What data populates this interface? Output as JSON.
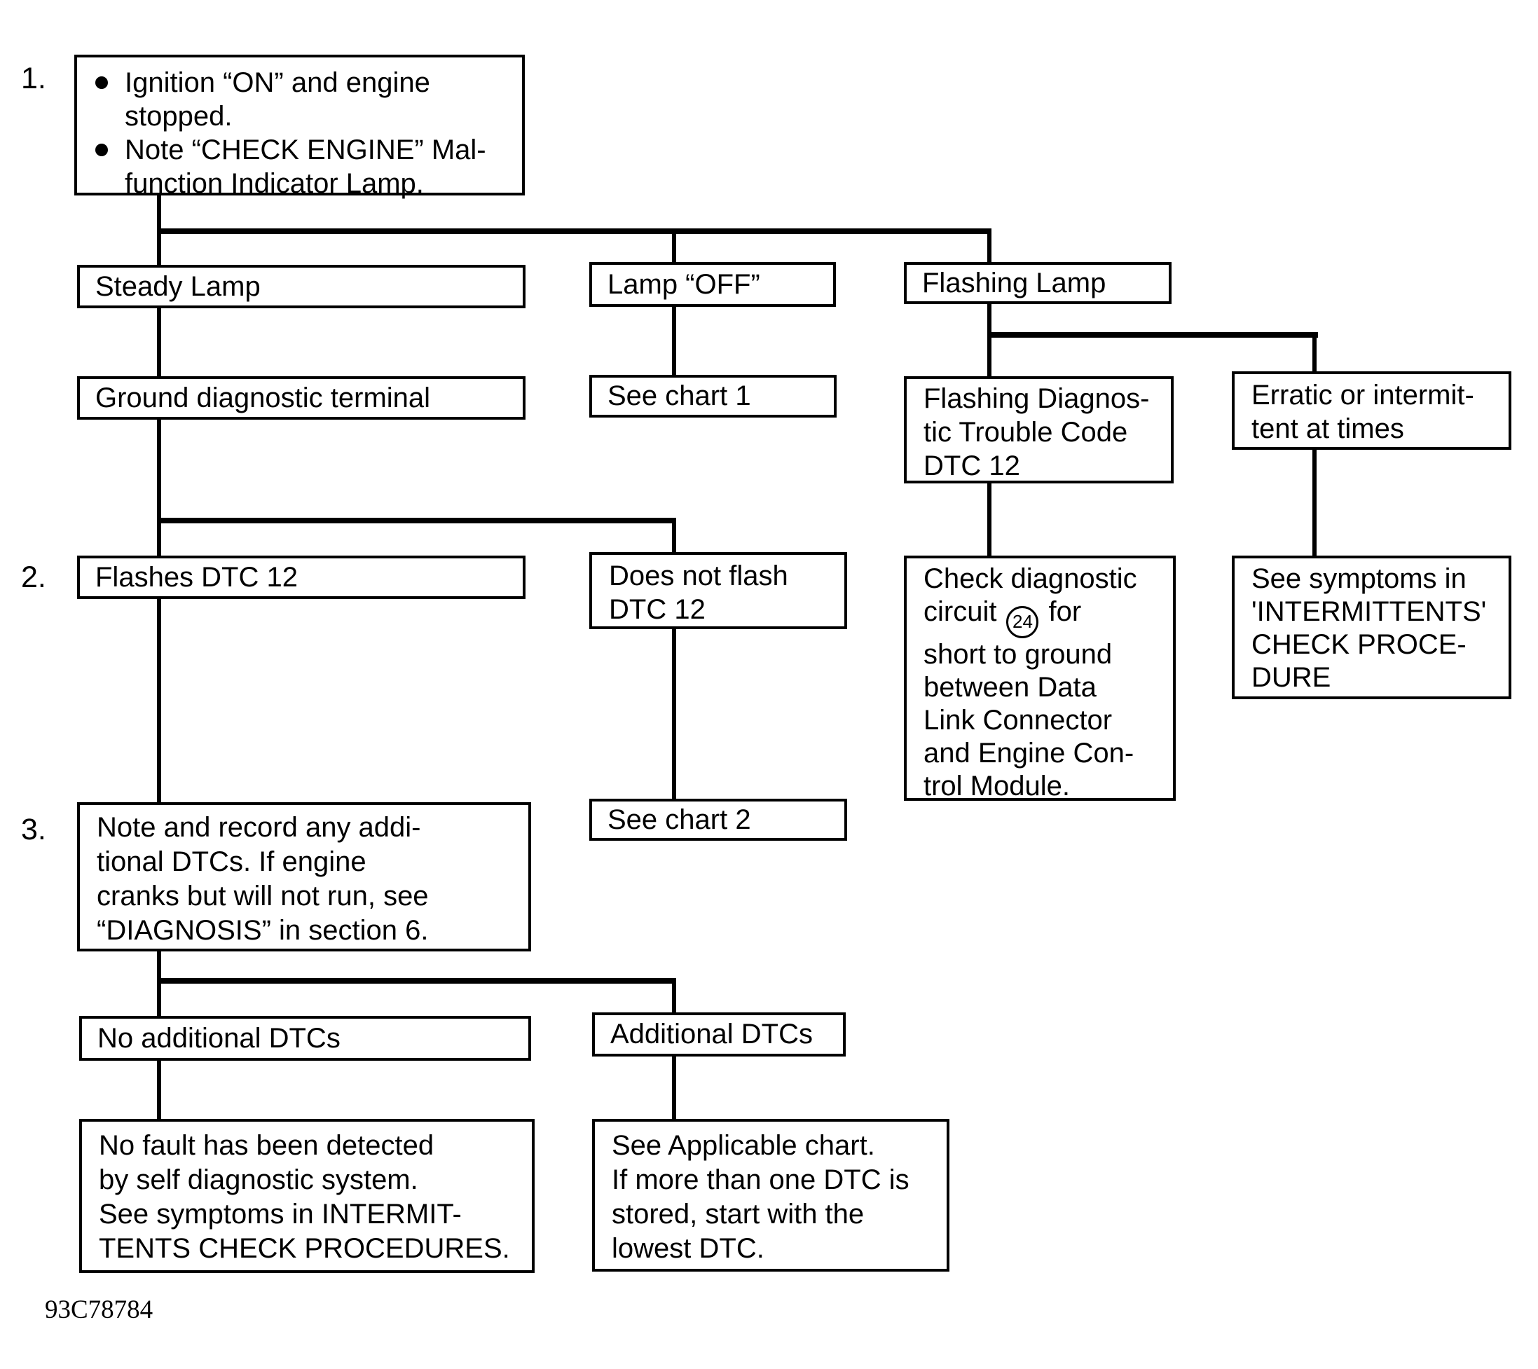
{
  "figure_code": "93C78784",
  "colors": {
    "ink": "#000000",
    "paper": "#ffffff"
  },
  "steps": {
    "one": "1.",
    "two": "2.",
    "three": "3."
  },
  "boxes": {
    "start": {
      "bullets": [
        {
          "lines": [
            "Ignition “ON” and engine",
            "stopped."
          ]
        },
        {
          "lines": [
            "Note “CHECK ENGINE” Mal-",
            "function Indicator Lamp."
          ]
        }
      ]
    },
    "steady_lamp": {
      "label": "Steady Lamp"
    },
    "lamp_off": {
      "label": "Lamp “OFF”"
    },
    "flashing_lamp": {
      "label": "Flashing Lamp"
    },
    "ground_terminal": {
      "label": "Ground diagnostic terminal"
    },
    "see_chart_1": {
      "label": "See chart 1"
    },
    "flashing_dtc12": {
      "lines": [
        "Flashing Diagnos-",
        "tic Trouble Code",
        "DTC 12"
      ]
    },
    "erratic": {
      "lines": [
        "Erratic or intermit-",
        "tent at times"
      ]
    },
    "flashes_dtc12": {
      "label": "Flashes DTC 12"
    },
    "does_not_flash": {
      "lines": [
        "Does not flash",
        "DTC 12"
      ]
    },
    "check_circuit": {
      "line1": "Check diagnostic",
      "line2_pre": "circuit",
      "circle_number": "24",
      "line2_post": "for",
      "line3": "short to ground",
      "line4": "between Data",
      "line5": "Link Connector",
      "line6": "and Engine Con-",
      "line7": "trol Module."
    },
    "see_symptoms_intermittents": {
      "lines": [
        "See symptoms in",
        "'INTERMITTENTS'",
        "CHECK PROCE-",
        "DURE"
      ]
    },
    "note_record": {
      "lines": [
        "Note and record any addi-",
        "tional DTCs. If engine",
        "cranks but will not run, see",
        "“DIAGNOSIS” in section 6."
      ]
    },
    "see_chart_2": {
      "label": "See chart 2"
    },
    "no_additional_dtcs": {
      "label": "No additional DTCs"
    },
    "additional_dtcs": {
      "label": "Additional DTCs"
    },
    "no_fault": {
      "lines": [
        "No fault has been detected",
        "by self diagnostic system.",
        "See symptoms in INTERMIT-",
        "TENTS CHECK PROCEDURES."
      ]
    },
    "see_applicable": {
      "lines": [
        "See Applicable chart.",
        "If more than one DTC is",
        "stored, start with the",
        "lowest DTC."
      ]
    }
  }
}
